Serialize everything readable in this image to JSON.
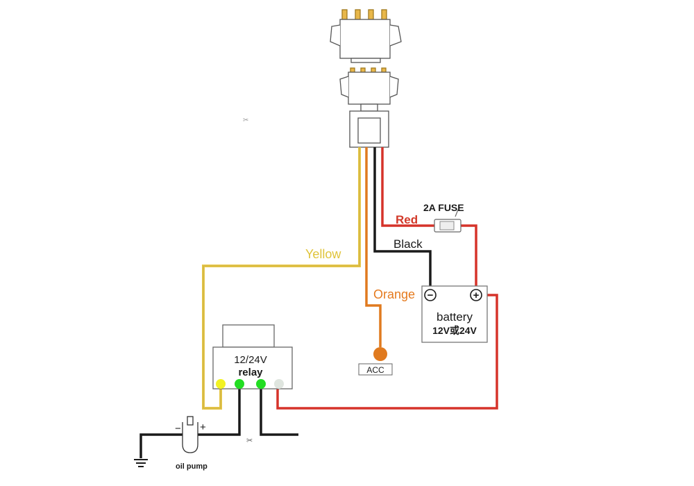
{
  "wires": {
    "yellow_label": "Yellow",
    "orange_label": "Orange",
    "red_label": "Red",
    "black_label": "Black"
  },
  "fuse": {
    "label": "2A  FUSE"
  },
  "battery": {
    "minus_symbol": "−",
    "plus_symbol": "+",
    "label": "battery",
    "voltage": "12V或24V"
  },
  "relay": {
    "voltage": "12/24V",
    "label": "relay"
  },
  "acc": {
    "label": "ACC"
  },
  "oil_pump": {
    "label": "oil pump",
    "minus": "−",
    "plus": "+"
  },
  "colors": {
    "yellow": "#e8c84a",
    "orange": "#e07a1f",
    "red": "#d6332a",
    "black": "#1a1a1a",
    "green": "#22dd22",
    "yellow_dot": "#f2f222",
    "grey_dot": "#dfe5df",
    "outline": "#555555",
    "label_red": "#d23a2a",
    "label_orange": "#e57a1e",
    "label_yellow": "#e0c43a"
  }
}
